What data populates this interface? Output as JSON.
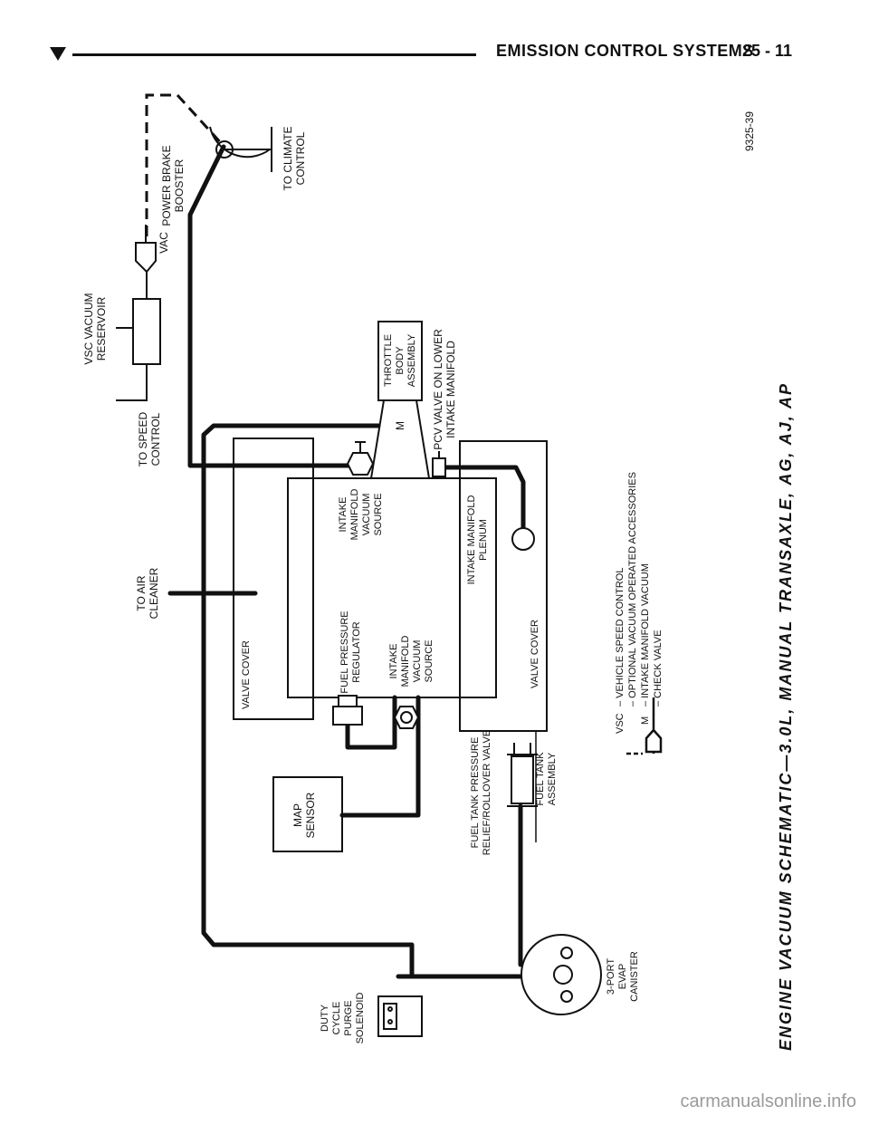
{
  "header": {
    "title": "EMISSION CONTROL SYSTEMS",
    "page": "25 - 11"
  },
  "figure": {
    "figure_id": "9325-39",
    "caption": "ENGINE VACUUM SCHEMATIC—3.0L, MANUAL TRANSAXLE, AG, AJ, AP",
    "labels": {
      "power_brake_booster": [
        "POWER BRAKE",
        "BOOSTER"
      ],
      "to_climate_control": [
        "TO CLIMATE",
        "CONTROL"
      ],
      "vac": "VAC",
      "vsc_vacuum_reservoir": [
        "VSC VACUUM",
        "RESERVOIR"
      ],
      "to_speed_control": [
        "TO SPEED",
        "CONTROL"
      ],
      "throttle_body_assembly": [
        "THROTTLE",
        "BODY",
        "ASSEMBLY"
      ],
      "m_mark": "M",
      "pcv_valve": [
        "PCV VALVE ON LOWER",
        "INTAKE MANIFOLD"
      ],
      "to_air_cleaner": [
        "TO AIR",
        "CLEANER"
      ],
      "intake_manifold_vacuum_source_top": [
        "INTAKE",
        "MANIFOLD",
        "VACUUM",
        "SOURCE"
      ],
      "fuel_pressure_regulator": [
        "FUEL PRESSURE",
        "REGULATOR"
      ],
      "intake_manifold_vacuum_source_bottom": [
        "INTAKE",
        "MANIFOLD",
        "VACUUM",
        "SOURCE"
      ],
      "intake_manifold_plenum": [
        "INTAKE MANIFOLD",
        "PLENUM"
      ],
      "valve_cover_top": "VALVE COVER",
      "valve_cover_bottom": "VALVE COVER",
      "map_sensor": [
        "MAP",
        "SENSOR"
      ],
      "fuel_tank_pressure_relief": [
        "FUEL TANK PRESSURE",
        "RELIEF/ROLLOVER VALVE"
      ],
      "fuel_tank_assembly": [
        "FUEL TANK",
        "ASSEMBLY"
      ],
      "evap_canister": [
        "3-PORT",
        "EVAP",
        "CANISTER"
      ],
      "duty_cycle_purge_solenoid": [
        "DUTY",
        "CYCLE",
        "PURGE",
        "SOLENOID"
      ]
    },
    "legend": [
      {
        "symbol": "VSC",
        "text": "– VEHICLE SPEED CONTROL"
      },
      {
        "symbol": "dashed",
        "text": "– OPTIONAL VACUUM OPERATED ACCESSORIES"
      },
      {
        "symbol": "M",
        "text": "– INTAKE MANIFOLD VACUUM"
      },
      {
        "symbol": "check-valve",
        "text": "– CHECK VALVE"
      }
    ]
  },
  "watermark": "carmanualsonline.info"
}
